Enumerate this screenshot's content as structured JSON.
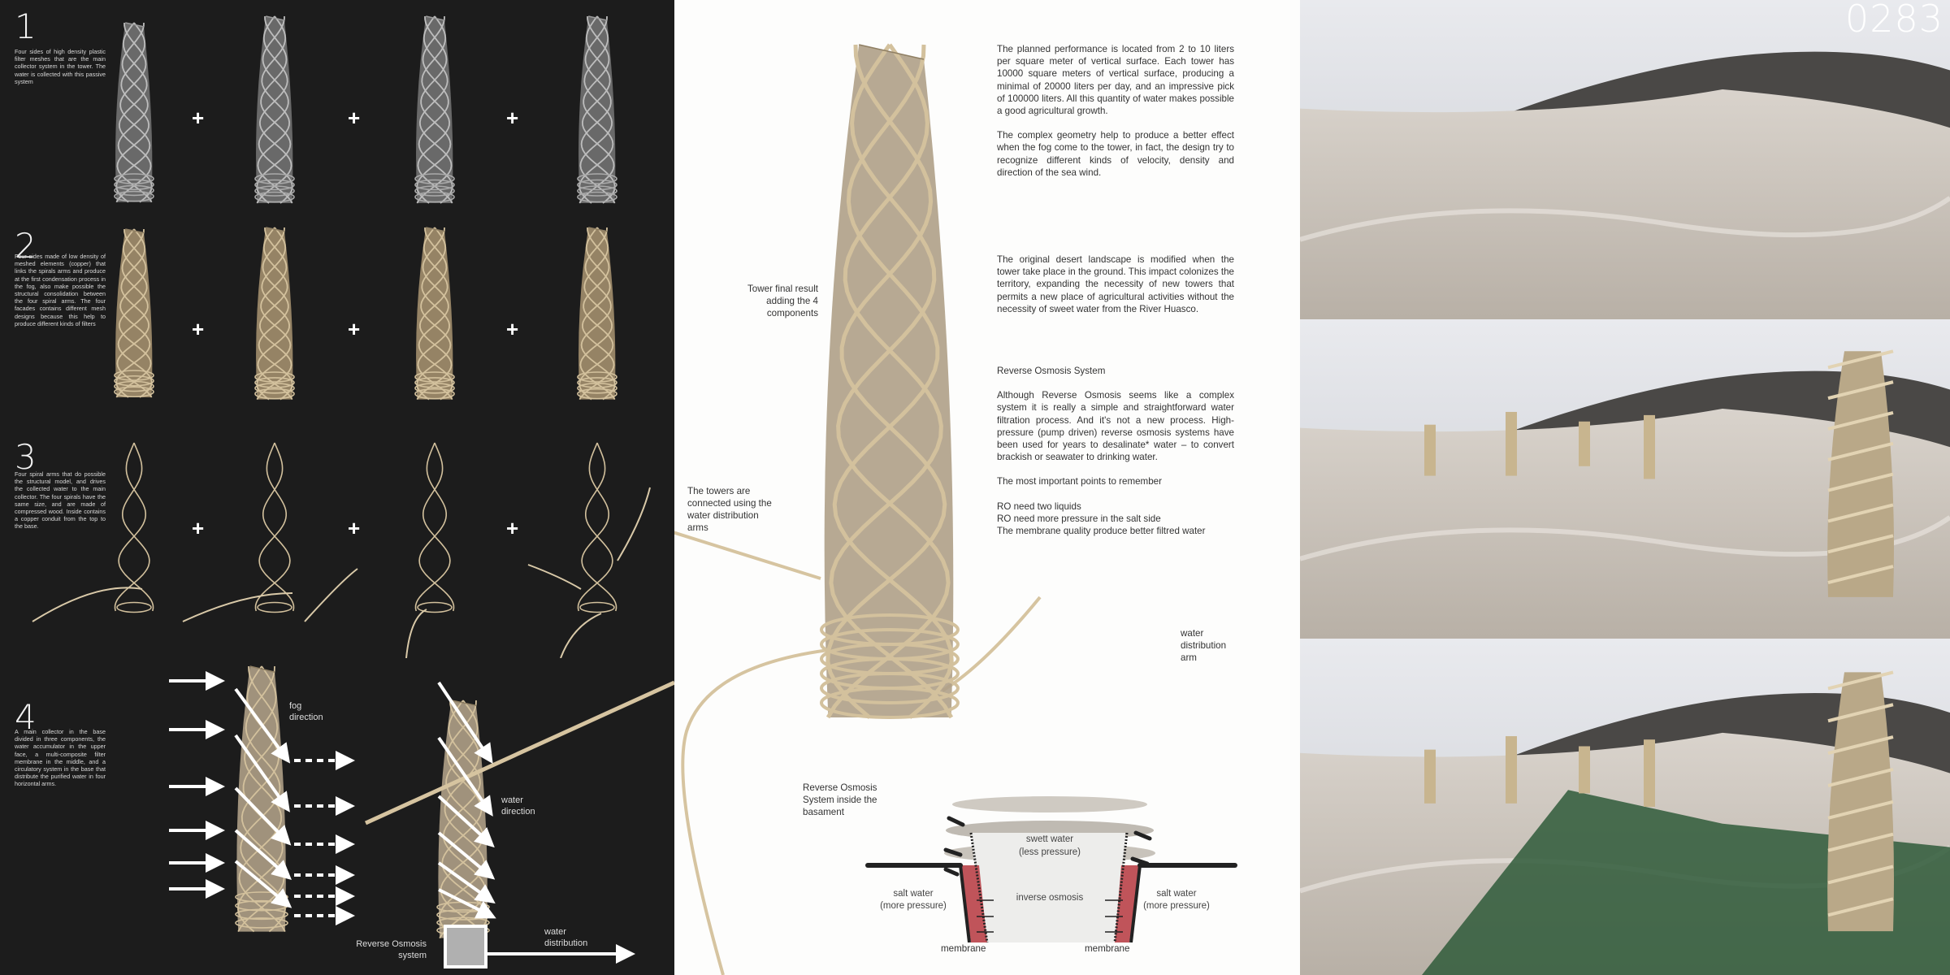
{
  "board_code": "0283",
  "steps": [
    {
      "number": "1",
      "text": "Four sides of high density plastic filter meshes that are the main collector system in the tower. The water is collected with this passive system"
    },
    {
      "number": "2",
      "text": "Four sides made of low density of meshed elements (copper) that links the spirals arms and produce at the first condensation process in the fog, also make possible the structural consolidation between the four spiral arms. The four facades contains different mesh designs because this help to produce different kinds of filters"
    },
    {
      "number": "3",
      "text": "Four spiral arms that do possible the structural model, and drives the collected water to the main collector. The four spirals have the same size, and are made of compressed wood. Inside contains a copper conduit from the top to the base."
    },
    {
      "number": "4",
      "text": "A main collector in the base divided in three components, the water accumulator in the upper face, a multi-composite filter membrane in the middle, and a circulatory system in the base that distribute the purified water in four horizontal arms."
    }
  ],
  "plus": "+",
  "diagram_labels": {
    "fog_direction": [
      "fog",
      "direction"
    ],
    "water_direction": [
      "water",
      "direction"
    ],
    "ro_system": [
      "Reverse Osmosis",
      "system"
    ],
    "water_distribution": [
      "water",
      "distribution"
    ]
  },
  "center": {
    "tower_label": [
      "Tower final result",
      "adding the 4 components"
    ],
    "towers_connected": [
      "The towers are",
      "connected using the",
      "water distribution",
      "arms"
    ],
    "distribution_arm": [
      "water",
      "distribution",
      "arm"
    ],
    "ro_basement": [
      "Reverse Osmosis",
      "System inside the",
      "basament"
    ],
    "paragraphs": [
      "The planned performance is located from 2 to 10 liters per square meter of vertical surface. Each tower has 10000 square meters of vertical surface, producing a minimal of 20000 liters per day, and an impressive pick of 100000 liters. All this quantity of water makes possible a good agricultural growth.",
      "The complex geometry help to produce a better effect when the fog come to the tower, in fact, the design try to recognize different kinds of velocity, density and direction of the sea wind.",
      "The original desert landscape is modified when the tower take place in the ground. This impact colonizes the territory, expanding the necessity of new towers that permits a new place of agricultural activities without the necessity of sweet water from the River Huasco."
    ],
    "ro_title": "Reverse Osmosis System",
    "ro_paragraph": "Although Reverse Osmosis seems like a complex system it is really a simple and straightforward water filtration process. And it's not a new process. High-pressure (pump driven) reverse osmosis systems have been used for years to desalinate* water – to convert brackish or seawater to drinking water.",
    "ro_points_title": "The most important points to remember",
    "ro_points": [
      "RO need two liquids",
      "RO need more pressure in the salt side",
      "The membrane quality produce better filtred water"
    ]
  },
  "ro_diagram": {
    "sweet": [
      "swett water",
      "(less pressure)"
    ],
    "inverse": "inverse osmosis",
    "salt": [
      "salt water",
      "(more pressure)"
    ],
    "membrane": "membrane"
  },
  "colors": {
    "dark": "#1c1c1c",
    "wood": "#c9b48e",
    "salt": "#c0545a",
    "field": "#2f5a3a"
  }
}
